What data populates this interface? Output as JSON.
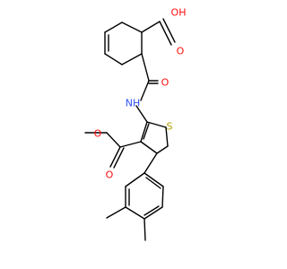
{
  "colors": {
    "bond": "#000000",
    "oxygen": "#ff0d0d",
    "nitrogen": "#3050f8",
    "sulfur": "#b2a000",
    "background": "#ffffff"
  },
  "atoms": {
    "carboxylic_oh": "OH",
    "carboxylic_o": "O",
    "amide_o": "O",
    "amide_nh": "NH",
    "thiophene_s": "S",
    "ester_o_single": "O",
    "ester_o_double": "O"
  }
}
